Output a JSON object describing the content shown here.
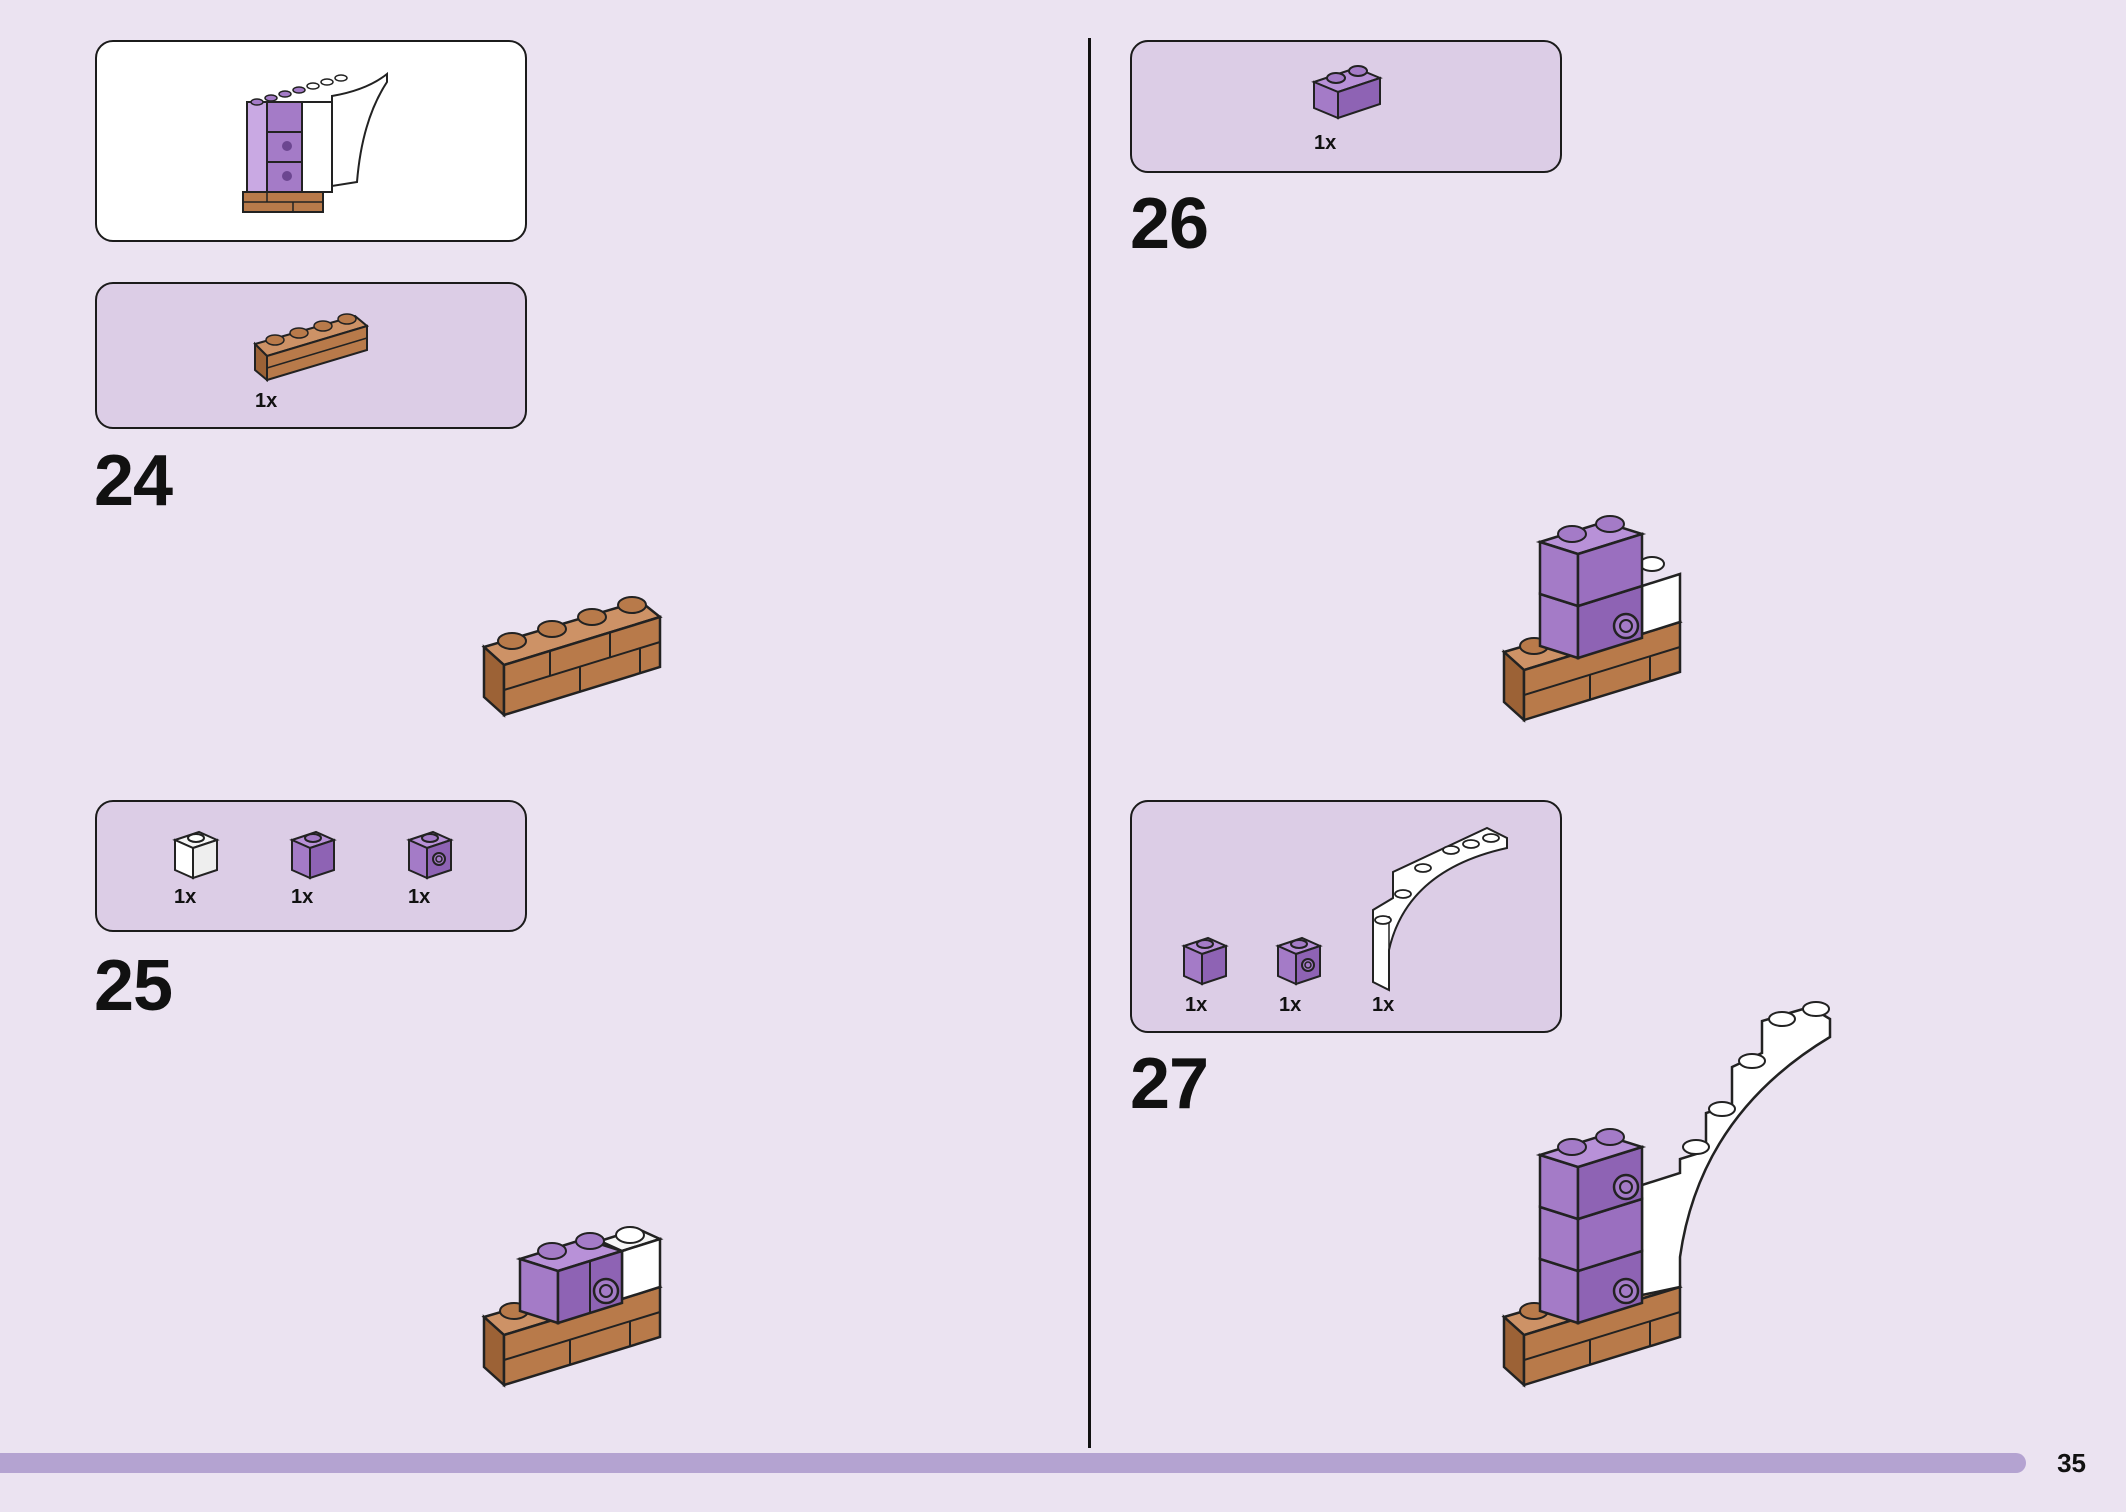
{
  "page_number": "35",
  "colors": {
    "page_bg": "#ebe3f1",
    "parts_box": "#dccde6",
    "footer_bar": "#b4a3d1",
    "purple_brick": "#a47bc7",
    "brown_brick": "#b87a4a",
    "white_brick": "#ffffff"
  },
  "preview_box": {
    "description_icon": "wall-subassembly-icon"
  },
  "steps": [
    {
      "number": "24",
      "parts": [
        {
          "icon": "brown-masonry-brick-1x4-icon",
          "qty": "1x"
        }
      ]
    },
    {
      "number": "25",
      "parts": [
        {
          "icon": "white-brick-1x1-icon",
          "qty": "1x"
        },
        {
          "icon": "purple-brick-1x1-icon",
          "qty": "1x"
        },
        {
          "icon": "purple-brick-1x1-stud-side-icon",
          "qty": "1x"
        }
      ]
    },
    {
      "number": "26",
      "parts": [
        {
          "icon": "purple-brick-1x2-icon",
          "qty": "1x"
        }
      ]
    },
    {
      "number": "27",
      "parts": [
        {
          "icon": "purple-brick-1x1-icon",
          "qty": "1x"
        },
        {
          "icon": "purple-brick-1x1-stud-side-icon",
          "qty": "1x"
        },
        {
          "icon": "white-arch-icon",
          "qty": "1x"
        }
      ]
    }
  ]
}
